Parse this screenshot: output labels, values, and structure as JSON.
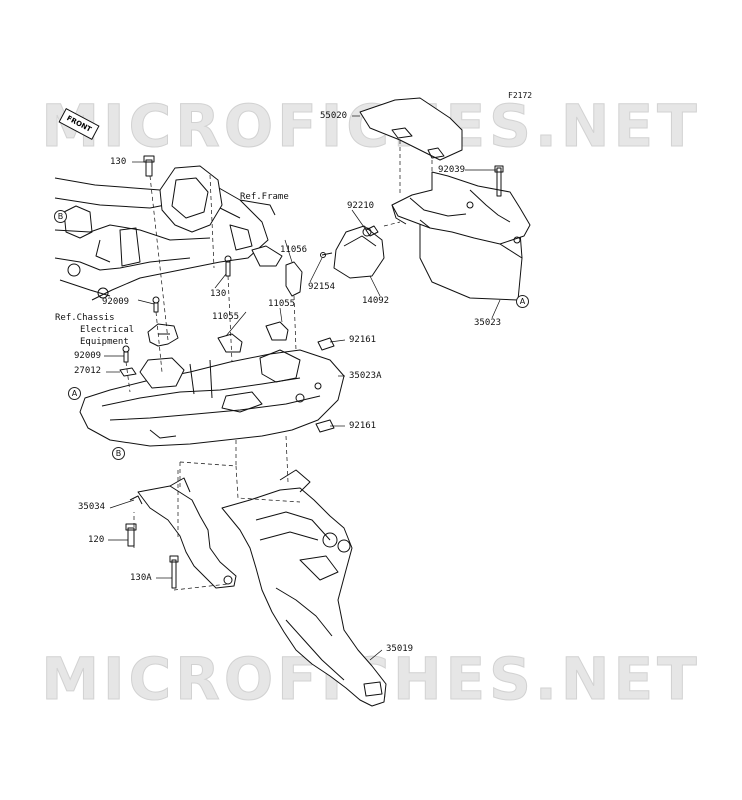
{
  "diagram_code": "F2172",
  "watermark": "MICROFICHES.NET",
  "front_marker": "FRONT",
  "refs": {
    "frame": "Ref.Frame",
    "chassis_line1": "Ref.Chassis",
    "chassis_line2": "Electrical",
    "chassis_line3": "Equipment"
  },
  "callouts": {
    "A": "A",
    "B": "B"
  },
  "parts": {
    "p55020": "55020",
    "p92039": "92039",
    "p92210": "92210",
    "p35023": "35023",
    "p14092": "14092",
    "p92154": "92154",
    "p130_top": "130",
    "p130_mid": "130",
    "p11056": "11056",
    "p11055_a": "11055",
    "p11055_b": "11055",
    "p92009_a": "92009",
    "p92009_b": "92009",
    "p27012": "27012",
    "p92161_a": "92161",
    "p92161_b": "92161",
    "p35023A": "35023A",
    "p35034": "35034",
    "p120": "120",
    "p130A": "130A",
    "p35019": "35019"
  }
}
